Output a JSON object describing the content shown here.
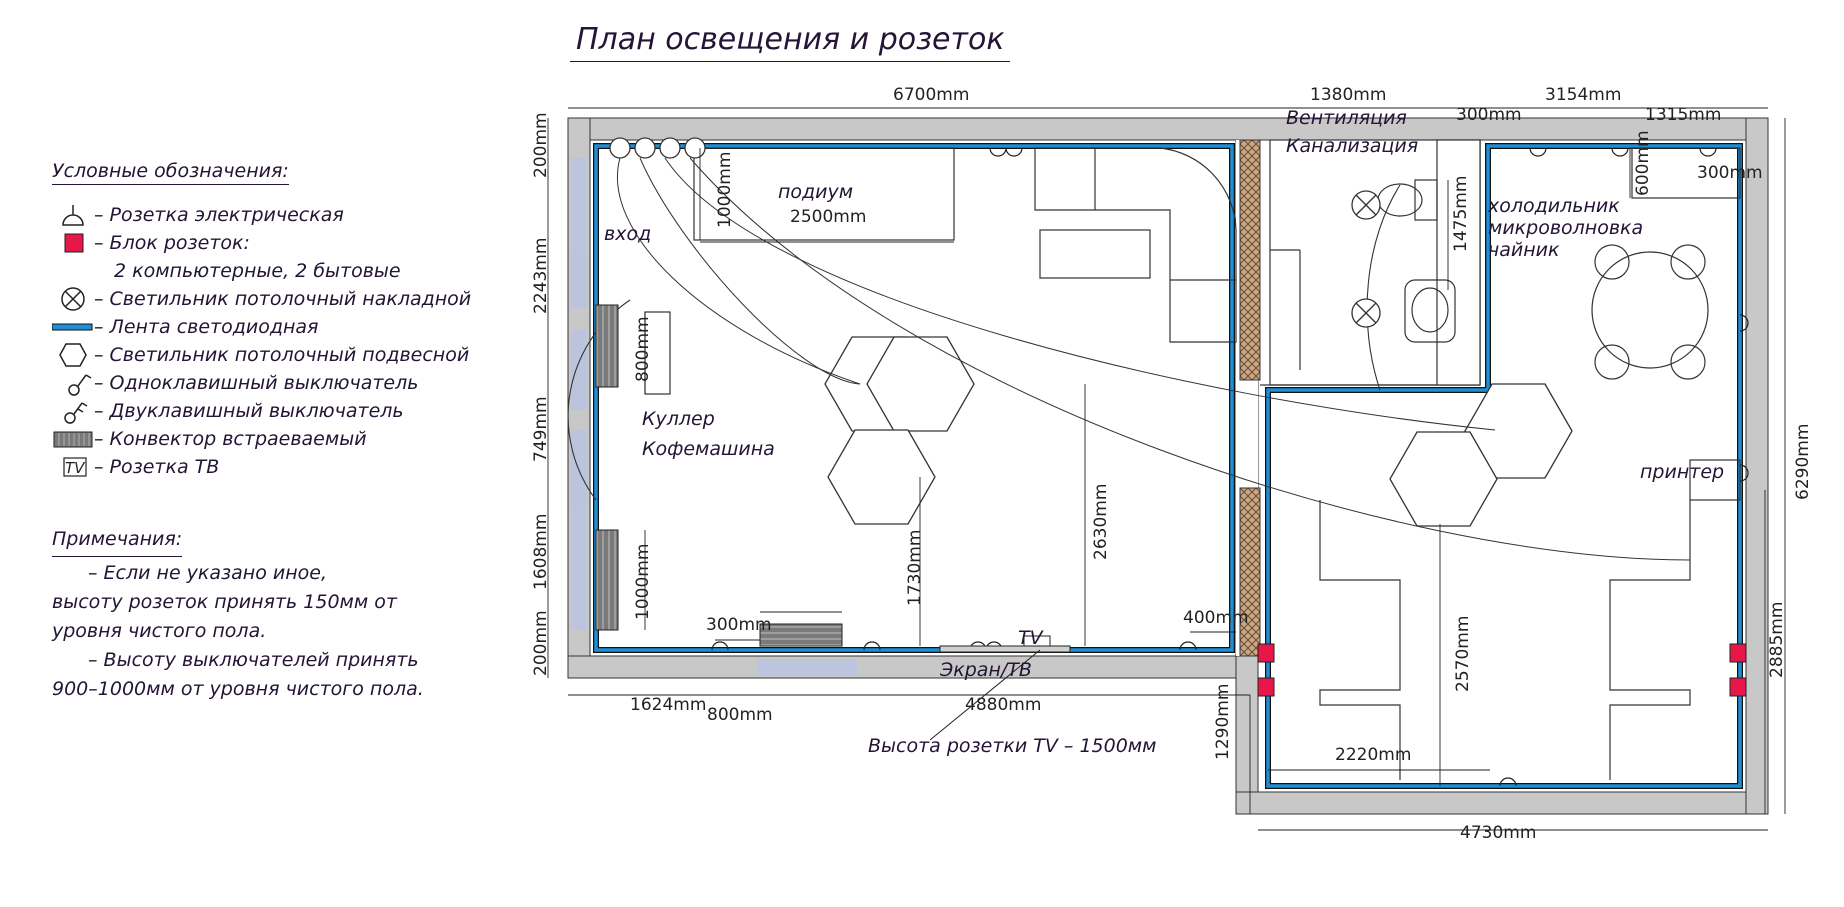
{
  "title": "План освещения и розеток",
  "legend": {
    "title": "Условные обозначения:",
    "items": [
      {
        "icon": "electrical-outlet-icon",
        "text": "– Розетка электрическая"
      },
      {
        "icon": "outlet-block-icon",
        "text": "– Блок розеток:",
        "color": "#e8174a"
      },
      {
        "icon": "none",
        "text": "2 компьютерные, 2 бытовые"
      },
      {
        "icon": "ceiling-light-surface-icon",
        "text": "– Светильник потолочный накладной"
      },
      {
        "icon": "led-strip-icon",
        "text": "– Лента светодиодная",
        "color": "#1e8fd6"
      },
      {
        "icon": "ceiling-light-pendant-icon",
        "text": "– Светильник потолочный подвесной"
      },
      {
        "icon": "single-switch-icon",
        "text": "– Одноклавишный выключатель"
      },
      {
        "icon": "double-switch-icon",
        "text": "– Двуклавишный выключатель"
      },
      {
        "icon": "convector-icon",
        "text": "– Конвектор встраеваемый"
      },
      {
        "icon": "tv-outlet-icon",
        "text": "– Розетка ТВ"
      }
    ]
  },
  "notes": {
    "title": "Примечания:",
    "lines": [
      "– Если не указано иное,",
      "высоту розеток принять 150мм от",
      "уровня чистого пола.",
      "– Высоту выключателей принять",
      "900–1000мм от уровня чистого пола."
    ]
  },
  "plan": {
    "dimensions": {
      "top_left_width": "6700mm",
      "top_mid_width": "1380mm",
      "top_right_width": "3154mm",
      "top_300": "300mm",
      "top_1315": "1315mm",
      "right_300": "300mm",
      "left_200_top": "200mm",
      "left_2243": "2243mm",
      "left_749": "749mm",
      "left_1608": "1608mm",
      "left_200_bottom": "200mm",
      "bottom_1624": "1624mm",
      "bottom_4880": "4880mm",
      "bottom_1290": "1290mm",
      "bottom_4730": "4730mm",
      "right_6290": "6290mm",
      "right_2885": "2885mm",
      "podium_1000": "1000mm",
      "podium_2500": "2500mm",
      "convector_800_vert": "800mm",
      "convector_1000_vert": "1000mm",
      "convector_800_horiz": "800mm",
      "window_300": "300mm",
      "ceiling_1730": "1730mm",
      "ceiling_2630": "2630mm",
      "right_400": "400mm",
      "bath_1475": "1475mm",
      "kitchen_600": "600mm",
      "office_2570": "2570mm",
      "office_2220": "2220mm"
    },
    "labels": {
      "podium": "подиум",
      "entrance": "вход",
      "cooler": "Куллер",
      "coffee": "Кофемашина",
      "ventilation": "Вентиляция",
      "sewer": "Канализация",
      "fridge": "холодильник",
      "microwave": "микроволновка",
      "kettle": "чайник",
      "printer": "принтер",
      "screen_tv": "Экран/ТВ",
      "tv": "ТV",
      "tv_height": "Высота розетки ТV – 1500мм"
    },
    "colors": {
      "led": "#1e8fd6",
      "outlet_block": "#e8174a",
      "wall": "#c8c8c8",
      "line": "#2a2a2a",
      "shaft": "#b08a6a",
      "window": "#b8c4e0"
    }
  }
}
